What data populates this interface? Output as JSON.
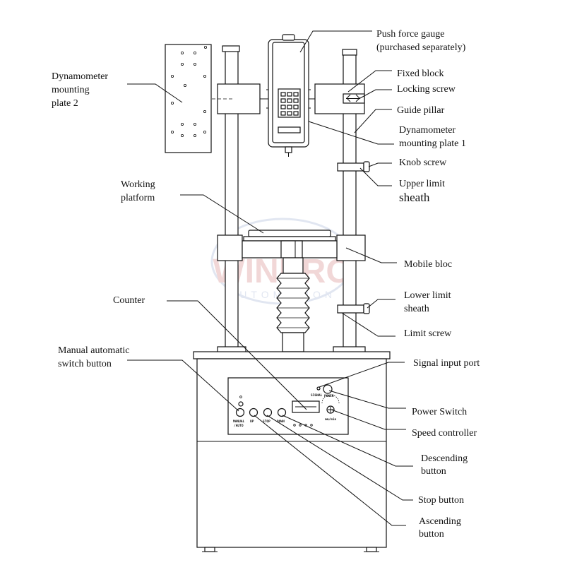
{
  "colors": {
    "ink": "#111111",
    "watermark_primary": "#e6b8b8",
    "watermark_secondary": "#c9d3e6",
    "background": "#ffffff"
  },
  "watermark": {
    "brand": "WINPRO",
    "sub": "AUTOMATION"
  },
  "labels": {
    "push_force_gauge_1": "Push force gauge",
    "push_force_gauge_2": "(purchased separately)",
    "dyn_plate2_1": "Dynamometer",
    "dyn_plate2_2": "mounting",
    "dyn_plate2_3": "plate 2",
    "fixed_block": "Fixed block",
    "locking_screw": "Locking screw",
    "guide_pillar": "Guide pillar",
    "dyn_plate1_1": "Dynamometer",
    "dyn_plate1_2": "mounting plate 1",
    "knob_screw": "Knob screw",
    "upper_limit_1": "Upper limit",
    "upper_limit_2": "sheath",
    "working_platform_1": "Working",
    "working_platform_2": "platform",
    "mobile_bloc": "Mobile bloc",
    "counter": "Counter",
    "lower_limit_1": "Lower limit",
    "lower_limit_2": "sheath",
    "limit_screw": "Limit screw",
    "manual_auto_1": "Manual automatic",
    "manual_auto_2": "switch button",
    "signal_input_port": "Signal input port",
    "power_switch": "Power Switch",
    "speed_controller": "Speed controller",
    "descending_1": "Descending",
    "descending_2": "button",
    "stop_button": "Stop button",
    "ascending_1": "Ascending",
    "ascending_2": "button"
  },
  "panel_text": {
    "manual": "MANUAL",
    "auto": "/AUTO",
    "up": "UP",
    "stop": "STOP",
    "down": "DOWN",
    "signal": "SIGNAL",
    "power": "POWER",
    "speed": "mm/min"
  }
}
